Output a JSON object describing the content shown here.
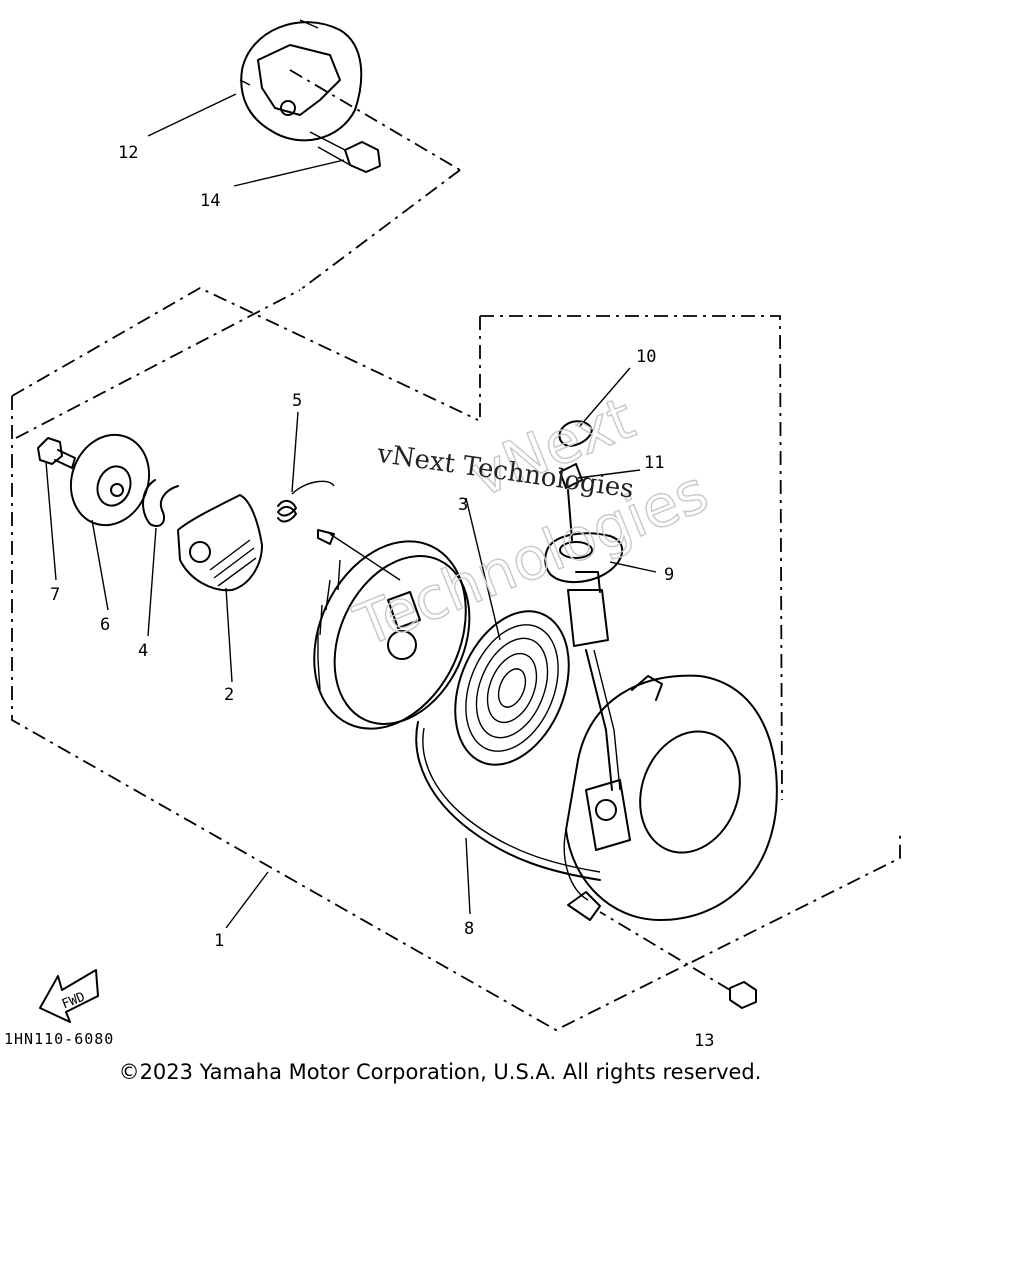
{
  "diagram": {
    "callouts": [
      "1",
      "2",
      "3",
      "4",
      "5",
      "6",
      "7",
      "8",
      "9",
      "10",
      "11",
      "12",
      "13",
      "14"
    ],
    "part_code": "1HN110-6080",
    "fwd_label": "FWD",
    "watermark_primary": "vNext Technologies",
    "watermark_outline_line1": "vNext",
    "watermark_outline_line2": "Technologies"
  },
  "footer": {
    "copyright": "©2023 Yamaha Motor Corporation, U.S.A. All rights reserved."
  }
}
